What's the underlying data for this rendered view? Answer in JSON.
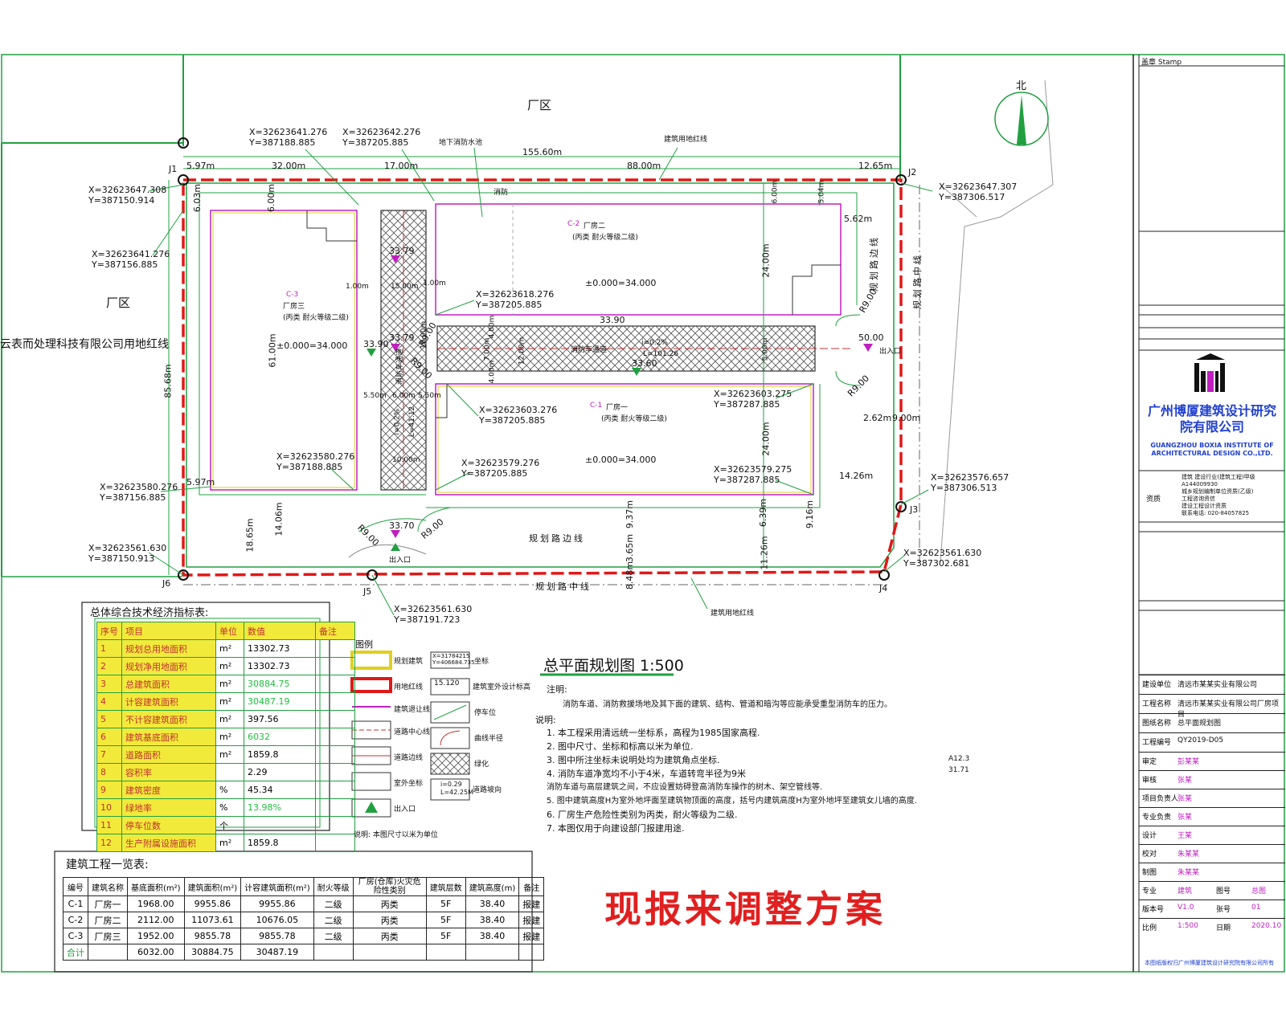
{
  "compass": {
    "label": "北"
  },
  "areas": {
    "north": "厂区",
    "west": "厂区",
    "west_redline": "云表而处理科技有限公司用地红线"
  },
  "boundary_points": [
    "J1",
    "J2",
    "J3",
    "J4",
    "J5",
    "J6"
  ],
  "coordinates": [
    {
      "x": "X=32623641.276",
      "y": "Y=387188.885"
    },
    {
      "x": "X=32623642.276",
      "y": "Y=387205.885"
    },
    {
      "x": "X=32623647.308",
      "y": "Y=387150.914"
    },
    {
      "x": "X=32623641.276",
      "y": "Y=387156.885"
    },
    {
      "x": "X=32623618.276",
      "y": "Y=387205.885"
    },
    {
      "x": "X=32623603.276",
      "y": "Y=387205.885"
    },
    {
      "x": "X=32623580.276",
      "y": "Y=387188.885"
    },
    {
      "x": "X=32623580.276",
      "y": "Y=387156.885"
    },
    {
      "x": "X=32623579.276",
      "y": "Y=387205.885"
    },
    {
      "x": "X=32623561.630",
      "y": "Y=387150.913"
    },
    {
      "x": "X=32623561.630",
      "y": "Y=387191.723"
    },
    {
      "x": "X=32623647.307",
      "y": "Y=387306.517"
    },
    {
      "x": "X=32623603.275",
      "y": "Y=387287.885"
    },
    {
      "x": "X=32623579.275",
      "y": "Y=387287.885"
    },
    {
      "x": "X=32623576.657",
      "y": "Y=387306.513"
    },
    {
      "x": "X=32623561.630",
      "y": "Y=387302.681"
    }
  ],
  "dimensions": {
    "top": [
      "5.97m",
      "32.00m",
      "17.00m",
      "155.60m",
      "88.00m",
      "12.65m"
    ],
    "left": [
      "6.03m",
      "6.00m",
      "61.00m",
      "85.68m",
      "5.97m",
      "18.65m",
      "14.06m"
    ],
    "mid": [
      "1.00m",
      "15.00m",
      "1.00m",
      "4.00m",
      "7.00m",
      "4.00m",
      "10.00m",
      "12.00m",
      "5.50m",
      "6.00m",
      "5.50m",
      "10.00m",
      "5.00m"
    ],
    "right": [
      "6.00m",
      "5.04m",
      "24.00m",
      "24.00m",
      "5.62m",
      "2.62m",
      "9.00m",
      "14.26m",
      "6.39m",
      "9.16m",
      "11.26m",
      "9.37m",
      "3.65m",
      "8.48m"
    ],
    "radius": [
      "R9.00",
      "R9.00",
      "R9.00",
      "R9.00",
      "R9.00",
      "R9.00"
    ],
    "elev": [
      "33.79",
      "33.79",
      "33.90",
      "33.90",
      "50.00",
      "33.70",
      "33.60",
      "i=0.2%",
      "L=101.26",
      "i=0.2%",
      "L=41.12"
    ]
  },
  "buildings": [
    {
      "code": "C-3",
      "name": "厂房三",
      "note": "(丙类 耐火等级二级)",
      "elev": "±0.000=34.000"
    },
    {
      "code": "C-2",
      "name": "厂房二",
      "note": "(丙类 耐火等级二级)",
      "elev": "±0.000=34.000"
    },
    {
      "code": "C-1",
      "name": "厂房一",
      "note": "(丙类 耐火等级二级)",
      "elev": "±0.000=34.000"
    }
  ],
  "road_labels": {
    "fire_lane_v": "消防车通道",
    "fire_lane_h": "消防车通道",
    "fire_pool": "地下消防水池",
    "redline": "建筑用地红线",
    "redline2": "建筑用地红线",
    "planned_edge": "规划路边线",
    "planned_edge_v": "规划路边线",
    "planned_center": "规划路中线",
    "planned_center_v": "规划路中线",
    "entrance": "出入口",
    "entrance2": "出入口",
    "pool_mark": "消防"
  },
  "index_table": {
    "title": "总体综合技术经济指标表:",
    "headers": [
      "序号",
      "项目",
      "单位",
      "数值",
      "备注"
    ],
    "rows": [
      [
        "1",
        "规划总用地面积",
        "m²",
        "13302.73",
        ""
      ],
      [
        "2",
        "规划净用地面积",
        "m²",
        "13302.73",
        ""
      ],
      [
        "3",
        "总建筑面积",
        "m²",
        "30884.75",
        ""
      ],
      [
        "4",
        "计容建筑面积",
        "m²",
        "30487.19",
        ""
      ],
      [
        "5",
        "不计容建筑面积",
        "m²",
        "397.56",
        ""
      ],
      [
        "6",
        "建筑基底面积",
        "m²",
        "6032",
        ""
      ],
      [
        "7",
        "道路面积",
        "m²",
        "1859.8",
        ""
      ],
      [
        "8",
        "容积率",
        "",
        "2.29",
        ""
      ],
      [
        "9",
        "建筑密度",
        "%",
        "45.34",
        ""
      ],
      [
        "10",
        "绿地率",
        "%",
        "13.98%",
        ""
      ],
      [
        "11",
        "停车位数",
        "个",
        "",
        ""
      ],
      [
        "12",
        "生产附属设施面积",
        "m²",
        "1859.8",
        ""
      ]
    ]
  },
  "legend": {
    "title": "图例",
    "items": [
      "规划建筑",
      "用地红线",
      "建筑退让线",
      "道路中心线",
      "道路边线",
      "室外坐标",
      "坐标",
      "建筑室外设计标高",
      "停车位",
      "曲线半径",
      "绿化",
      "道路坡向",
      "出入口"
    ],
    "coord_sample": [
      "X=31784215",
      "Y=406684.735"
    ],
    "elev_sample": "15.120",
    "slope_sample": [
      "i=0.29",
      "L=42.25M"
    ],
    "note": "说明: 本图尺寸以米为单位"
  },
  "plan": {
    "title": "总平面规划图 1:500",
    "note_head": "注明:",
    "note": "消防车道、消防救援场地及其下面的建筑、结构、管道和暗沟等应能承受重型消防车的压力。",
    "explain_head": "说明:",
    "explain": [
      "1. 本工程采用清远统一坐标系，高程为1985国家高程.",
      "2. 图中尺寸、坐标和标高以米为单位.",
      "3. 图中所注坐标未说明处均为建筑角点坐标.",
      "4. 消防车道净宽均不小于4米，车道转弯半径为9米",
      "   消防车道与高层建筑之间，不应设置妨碍登高消防车操作的树木、架空管线等.",
      "5. 图中建筑高度H为室外地坪面至建筑物顶面的高度，括号内建筑高度H为室外地坪至建筑女儿墙的高度.",
      "6. 厂房生产危险性类别为丙类，耐火等级为二级.",
      "7. 本图仅用于向建设部门报建用途."
    ]
  },
  "building_table": {
    "title": "建筑工程一览表:",
    "headers": [
      "编号",
      "建筑名称",
      "基底面积(m²)",
      "建筑面积(m²)",
      "计容建筑面积(m²)",
      "耐火等级",
      "厂房(仓库)火灾危险性类别",
      "建筑层数",
      "建筑高度(m)",
      "备注"
    ],
    "rows": [
      [
        "C-1",
        "厂房一",
        "1968.00",
        "9955.86",
        "9955.86",
        "二级",
        "丙类",
        "5F",
        "38.40",
        "报建"
      ],
      [
        "C-2",
        "厂房二",
        "2112.00",
        "11073.61",
        "10676.05",
        "二级",
        "丙类",
        "5F",
        "38.40",
        "报建"
      ],
      [
        "C-3",
        "厂房三",
        "1952.00",
        "9855.78",
        "9855.78",
        "二级",
        "丙类",
        "5F",
        "38.40",
        "报建"
      ]
    ],
    "total": [
      "合计",
      "",
      "6032.00",
      "30884.75",
      "30487.19",
      "",
      "",
      "",
      "",
      ""
    ]
  },
  "stamp": "现报来调整方案",
  "side_ticks": [
    "A12.3",
    "31.71"
  ],
  "title_block": {
    "stamp_label": "盖章",
    "stamp_label_en": "Stamp",
    "company_cn": "广州博厦建筑设计研究院有限公司",
    "company_en": "GUANGZHOU BOXIA INSTITUTE OF ARCHITECTURAL DESIGN CO.,LTD.",
    "cert_label": "资质",
    "cert_lines": [
      "建筑 建设行业(建筑工程)甲级",
      "A144009930",
      "城乡规划编制单位资质(乙级)",
      "工程咨询资信",
      "建设工程设计资质",
      "联系电话: 020-84057825"
    ],
    "project_rows": [
      [
        "建设单位",
        "清远市某某实业有限公司"
      ],
      [
        "工程名称",
        "清远市某某实业有限公司厂房项目"
      ],
      [
        "图纸名称",
        "总平面规划图"
      ],
      [
        "工程编号",
        "QY2019-D05"
      ]
    ],
    "sign_rows": [
      [
        "审定",
        "彭某某"
      ],
      [
        "审核",
        "张某"
      ],
      [
        "项目负责人",
        "张某"
      ],
      [
        "专业负责",
        "张某"
      ],
      [
        "设计",
        "王某"
      ],
      [
        "校对",
        "朱某某"
      ],
      [
        "制图",
        "朱某某"
      ]
    ],
    "meta": [
      [
        "专业",
        "建筑",
        "图号",
        "总图"
      ],
      [
        "版本号",
        "V1.0",
        "张号",
        "01"
      ],
      [
        "比例",
        "1:500",
        "日期",
        "2020.10"
      ]
    ],
    "footer": "本图纸版权归广州博厦建筑设计研究院有限公司所有"
  }
}
